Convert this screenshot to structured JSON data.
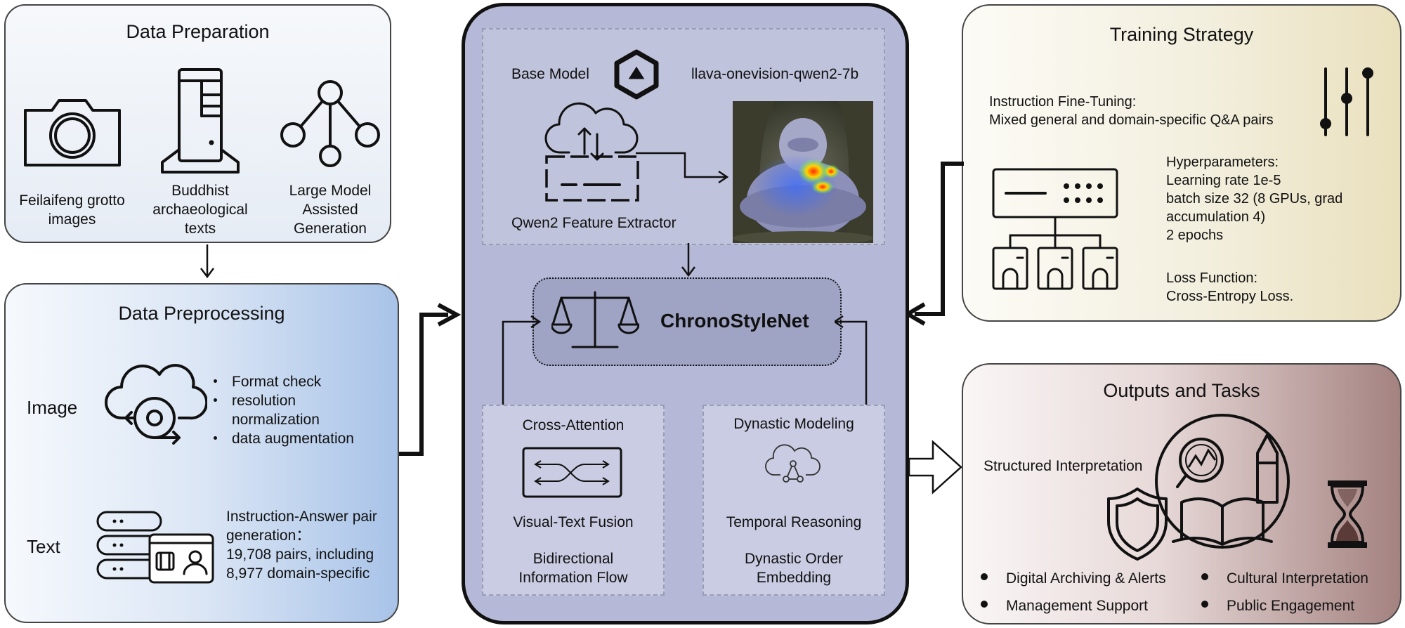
{
  "data_preparation": {
    "title": "Data Preparation",
    "items": [
      {
        "label": "Feilaifeng grotto\nimages",
        "icon": "camera-icon"
      },
      {
        "label": "Buddhist\narchaeological\ntexts",
        "icon": "server-tower-icon"
      },
      {
        "label": "Large Model\nAssisted\nGeneration",
        "icon": "network-tree-icon"
      }
    ]
  },
  "data_preprocessing": {
    "title": "Data Preprocessing",
    "image_label": "Image",
    "image_steps": [
      "Format check",
      "resolution\nnormalization",
      "data augmentation"
    ],
    "text_label": "Text",
    "text_desc": "Instruction-Answer pair\ngeneration：\n19,708 pairs, including\n8,977 domain-specific"
  },
  "model": {
    "base_model_label": "Base Model",
    "base_model_name": "llava-onevision-qwen2-7b",
    "feature_extractor": "Qwen2 Feature Extractor",
    "core_name": "ChronoStyleNet",
    "cross_attention": {
      "title": "Cross-Attention",
      "subtitle": "Visual-Text Fusion",
      "desc": "Bidirectional\nInformation Flow"
    },
    "dynastic_modeling": {
      "title": "Dynastic Modeling",
      "subtitle": "Temporal Reasoning",
      "desc": "Dynastic Order\nEmbedding"
    }
  },
  "training_strategy": {
    "title": "Training Strategy",
    "instruction": "Instruction Fine-Tuning:\nMixed general and domain-specific Q&A pairs",
    "hyperparameters": "Hyperparameters:\nLearning rate 1e-5\nbatch size 32 (8 GPUs, grad\naccumulation 4)\n2 epochs",
    "loss": "Loss Function:\nCross-Entropy Loss."
  },
  "outputs": {
    "title": "Outputs and Tasks",
    "structured": "Structured Interpretation",
    "tasks": [
      "Digital Archiving & Alerts",
      "Management Support",
      "Cultural Interpretation",
      "Public Engagement"
    ]
  },
  "colors": {
    "prep_bg": "#e9eff8",
    "preproc_accent": "#a9c4e8",
    "model_bg": "#b4b8d6",
    "core_bg": "#9fa3c4",
    "training_accent": "#ece4c4",
    "outputs_accent": "#a27f7c"
  }
}
